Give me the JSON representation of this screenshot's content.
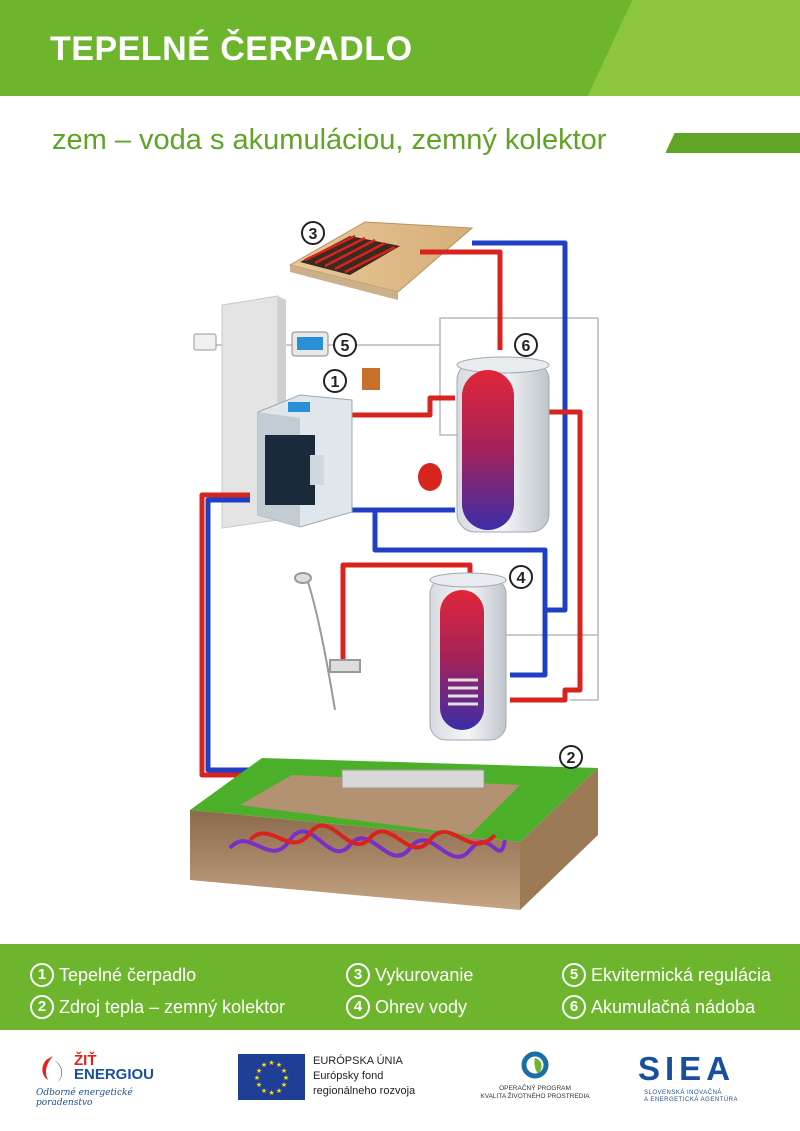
{
  "header": {
    "title": "TEPELNÉ ČERPADLO"
  },
  "subtitle": "zem – voda s akumuláciou, zemný kolektor",
  "diagram": {
    "markers": [
      "1",
      "2",
      "3",
      "4",
      "5",
      "6"
    ]
  },
  "legend": {
    "items": [
      {
        "num": "1",
        "label": "Tepelné čerpadlo"
      },
      {
        "num": "2",
        "label": "Zdroj tepla – zemný kolektor"
      },
      {
        "num": "3",
        "label": "Vykurovanie"
      },
      {
        "num": "4",
        "label": "Ohrev vody"
      },
      {
        "num": "5",
        "label": "Ekvitermická regulácia"
      },
      {
        "num": "6",
        "label": "Akumulačná nádoba"
      }
    ]
  },
  "footer": {
    "zit": {
      "title_line1": "ŽIŤ",
      "title_line2": "ENERGIOU",
      "tagline": "Odborné energetické poradenstvo"
    },
    "eu": {
      "line1": "EURÓPSKA ÚNIA",
      "line2": "Európsky fond",
      "line3": "regionálneho rozvoja"
    },
    "op": {
      "line1": "OPERAČNÝ PROGRAM",
      "line2": "KVALITA ŽIVOTNÉHO PROSTREDIA"
    },
    "siea": {
      "word": "SIEA",
      "sub_line1": "SLOVENSKÁ INOVAČNÁ",
      "sub_line2": "A ENERGETICKÁ AGENTÚRA"
    }
  },
  "colors": {
    "brand_green": "#6cb52d",
    "hot_pipe": "#d8231f",
    "cold_pipe": "#1f3fc4",
    "eu_blue": "#1f3f97",
    "siea_blue": "#1a4f9c"
  }
}
